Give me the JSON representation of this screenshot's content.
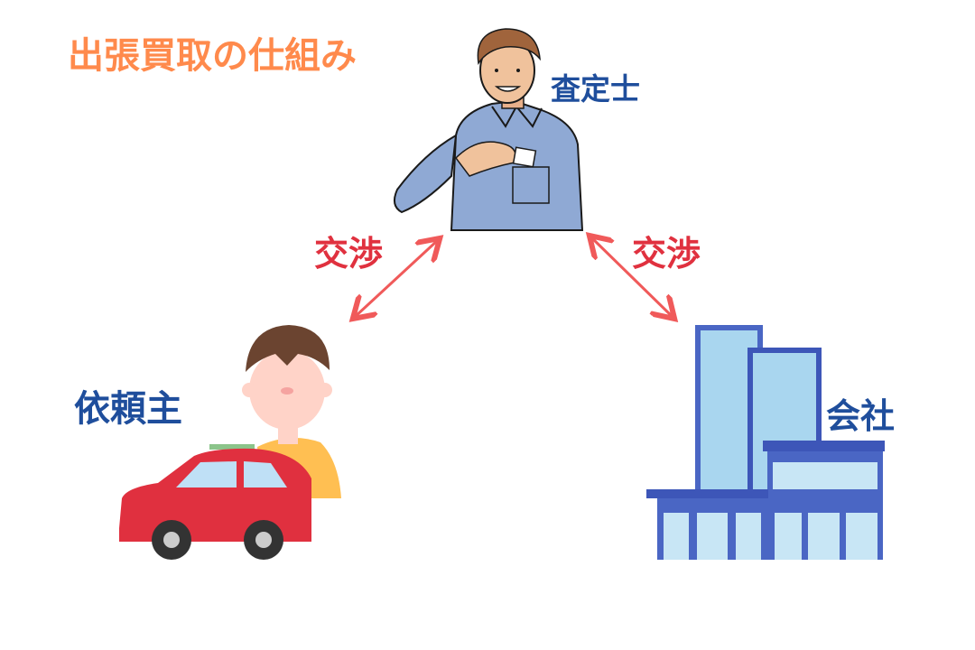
{
  "title": "出張買取の仕組み",
  "roles": {
    "appraiser": "査定士",
    "client": "依頼主",
    "company": "会社"
  },
  "negotiation": {
    "left": "交渉",
    "right": "交渉"
  },
  "colors": {
    "title": "#ff8a4c",
    "role_text": "#1f4e9c",
    "negotiation_text": "#e0313f",
    "arrow": "#f05a5a"
  }
}
